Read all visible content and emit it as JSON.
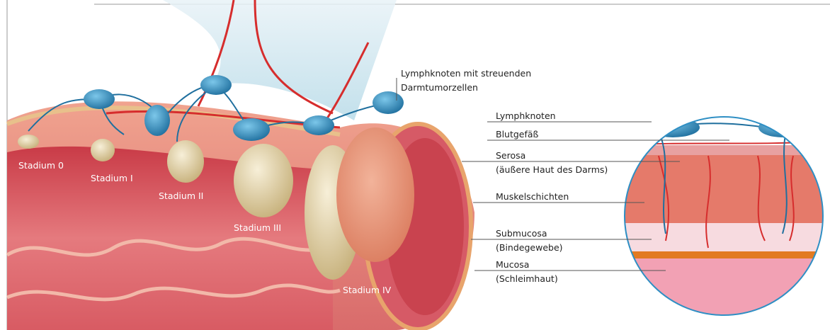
{
  "labels": {
    "lymph_nodes_spreading": [
      "Lymphknoten mit streuenden",
      "Darmtumorzellen"
    ],
    "lymph_node": "Lymphknoten",
    "blood_vessel": "Blutgefäß",
    "serosa": [
      "Serosa",
      "(äußere Haut des Darms)"
    ],
    "muscle_layers": "Muskelschichten",
    "submucosa": [
      "Submucosa",
      "(Bindegewebe)"
    ],
    "mucosa": [
      "Mucosa",
      "(Schleimhaut)"
    ]
  },
  "stages": {
    "stage_0": "Stadium 0",
    "stage_1": "Stadium I",
    "stage_2": "Stadium II",
    "stage_3": "Stadium III",
    "stage_4": "Stadium IV"
  },
  "colors": {
    "lymph_node_blue": "#2f8fc4",
    "vessel_red": "#d62d2d",
    "tissue_pink": "#e06a6a",
    "tumor_cream": "#e9dcb6",
    "tumor_orange": "#e89a7a",
    "serosa_tan": "#d9a46b"
  }
}
